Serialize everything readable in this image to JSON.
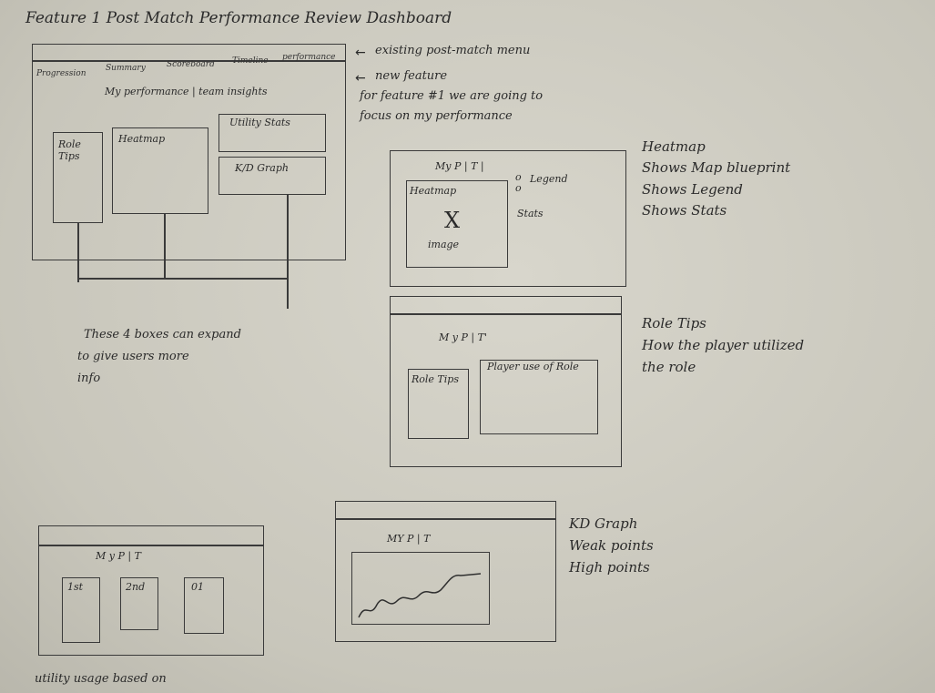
{
  "title": "Feature 1 Post Match Performance Review Dashboard",
  "main_sketch": {
    "tabs": [
      "Progression",
      "Summary",
      "Scoreboard",
      "Timeline",
      "performance"
    ],
    "subnav": "My performance | team insights",
    "panels": {
      "role_tips": "Role Tips",
      "heatmap": "Heatmap",
      "utility_stats": "Utility Stats",
      "kd_graph": "K/D Graph"
    }
  },
  "annotations": {
    "existing": "existing post-match menu",
    "new_feature": "new feature",
    "focus_1": "for feature #1 we are going to",
    "focus_2": "focus on my performance",
    "expand_1": "These 4 boxes can expand",
    "expand_2": "to give users more",
    "expand_3": "info"
  },
  "heatmap_sketch": {
    "header": "My P  |  T  |",
    "panel": "Heatmap",
    "x_mark": "X",
    "image": "image",
    "legend": "Legend",
    "stats": "Stats",
    "notes": [
      "Heatmap",
      "Shows Map blueprint",
      "Shows Legend",
      "Shows Stats"
    ]
  },
  "roletips_sketch": {
    "header": "M y P    |  T'",
    "left": "Role Tips",
    "right": "Player use of Role",
    "notes": [
      "Role Tips",
      "How the player utilized",
      "the role"
    ]
  },
  "utility_sketch": {
    "header": "M y P  |  T",
    "boxes": [
      "1st",
      "2nd",
      "01"
    ],
    "footnote": "utility usage based on"
  },
  "kd_sketch": {
    "header": "MY P  |  T",
    "notes": [
      "KD Graph",
      "Weak points",
      "High points"
    ]
  }
}
